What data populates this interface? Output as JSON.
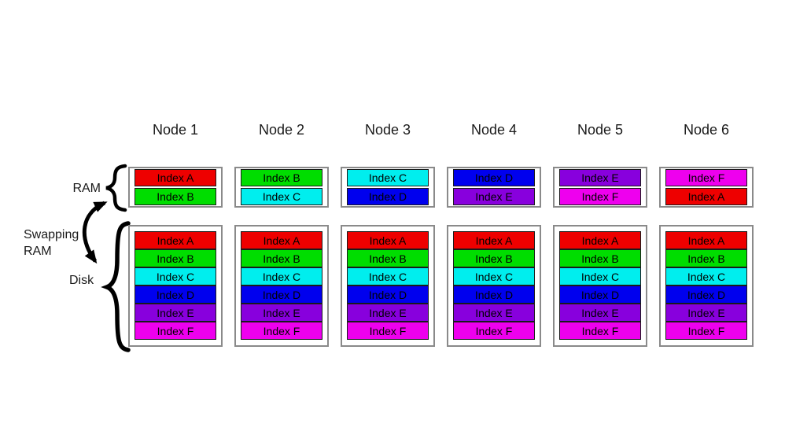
{
  "labels": {
    "ram": "RAM",
    "swapping_line1": "Swapping",
    "swapping_line2": "RAM",
    "disk": "Disk"
  },
  "block_colors": {
    "A": "#EE0000",
    "B": "#00DD00",
    "C": "#00EEEE",
    "D": "#0000EE",
    "E": "#8800DD",
    "F": "#EE00EE"
  },
  "box_border_color": "#8a8a8a",
  "nodes": [
    {
      "label": "Node 1",
      "ram": [
        "Index A",
        "Index B"
      ],
      "disk": [
        "Index A",
        "Index B",
        "Index C",
        "Index D",
        "Index E",
        "Index F"
      ]
    },
    {
      "label": "Node 2",
      "ram": [
        "Index B",
        "Index C"
      ],
      "disk": [
        "Index A",
        "Index B",
        "Index C",
        "Index D",
        "Index E",
        "Index F"
      ]
    },
    {
      "label": "Node 3",
      "ram": [
        "Index C",
        "Index D"
      ],
      "disk": [
        "Index A",
        "Index B",
        "Index C",
        "Index D",
        "Index E",
        "Index F"
      ]
    },
    {
      "label": "Node 4",
      "ram": [
        "Index D",
        "Index E"
      ],
      "disk": [
        "Index A",
        "Index B",
        "Index C",
        "Index D",
        "Index E",
        "Index F"
      ]
    },
    {
      "label": "Node 5",
      "ram": [
        "Index E",
        "Index F"
      ],
      "disk": [
        "Index A",
        "Index B",
        "Index C",
        "Index D",
        "Index E",
        "Index F"
      ]
    },
    {
      "label": "Node 6",
      "ram": [
        "Index F",
        "Index A"
      ],
      "disk": [
        "Index A",
        "Index B",
        "Index C",
        "Index D",
        "Index E",
        "Index F"
      ]
    }
  ]
}
